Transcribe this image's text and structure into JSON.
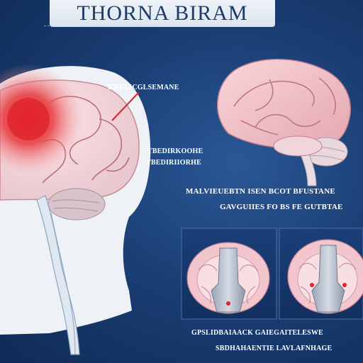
{
  "title": "THORNA BIRAM",
  "labels": {
    "callout": "BMELICGLSEMANE",
    "side_line1": "TBEDIRKOOHE",
    "side_line2": "TBEDIRIIORHE",
    "center_line1": "MALVIEUEBTN ISEN BCOT BFUSTANE",
    "center_line2": "GAVGUIIES FO BS FE GUTBTAE",
    "bottom_line1": "GPSLIDBAIAACK    GAIEGAITELESWE",
    "bottom_line2": "SBDHAHAENTIE LAVLAFNHAGE"
  },
  "colors": {
    "background": "#1b3f75",
    "title_text": "#1d3a6a",
    "brain_pink": "#f3c6cc",
    "highlight_red": "#e0232c",
    "skull_white": "#eef2f6"
  }
}
